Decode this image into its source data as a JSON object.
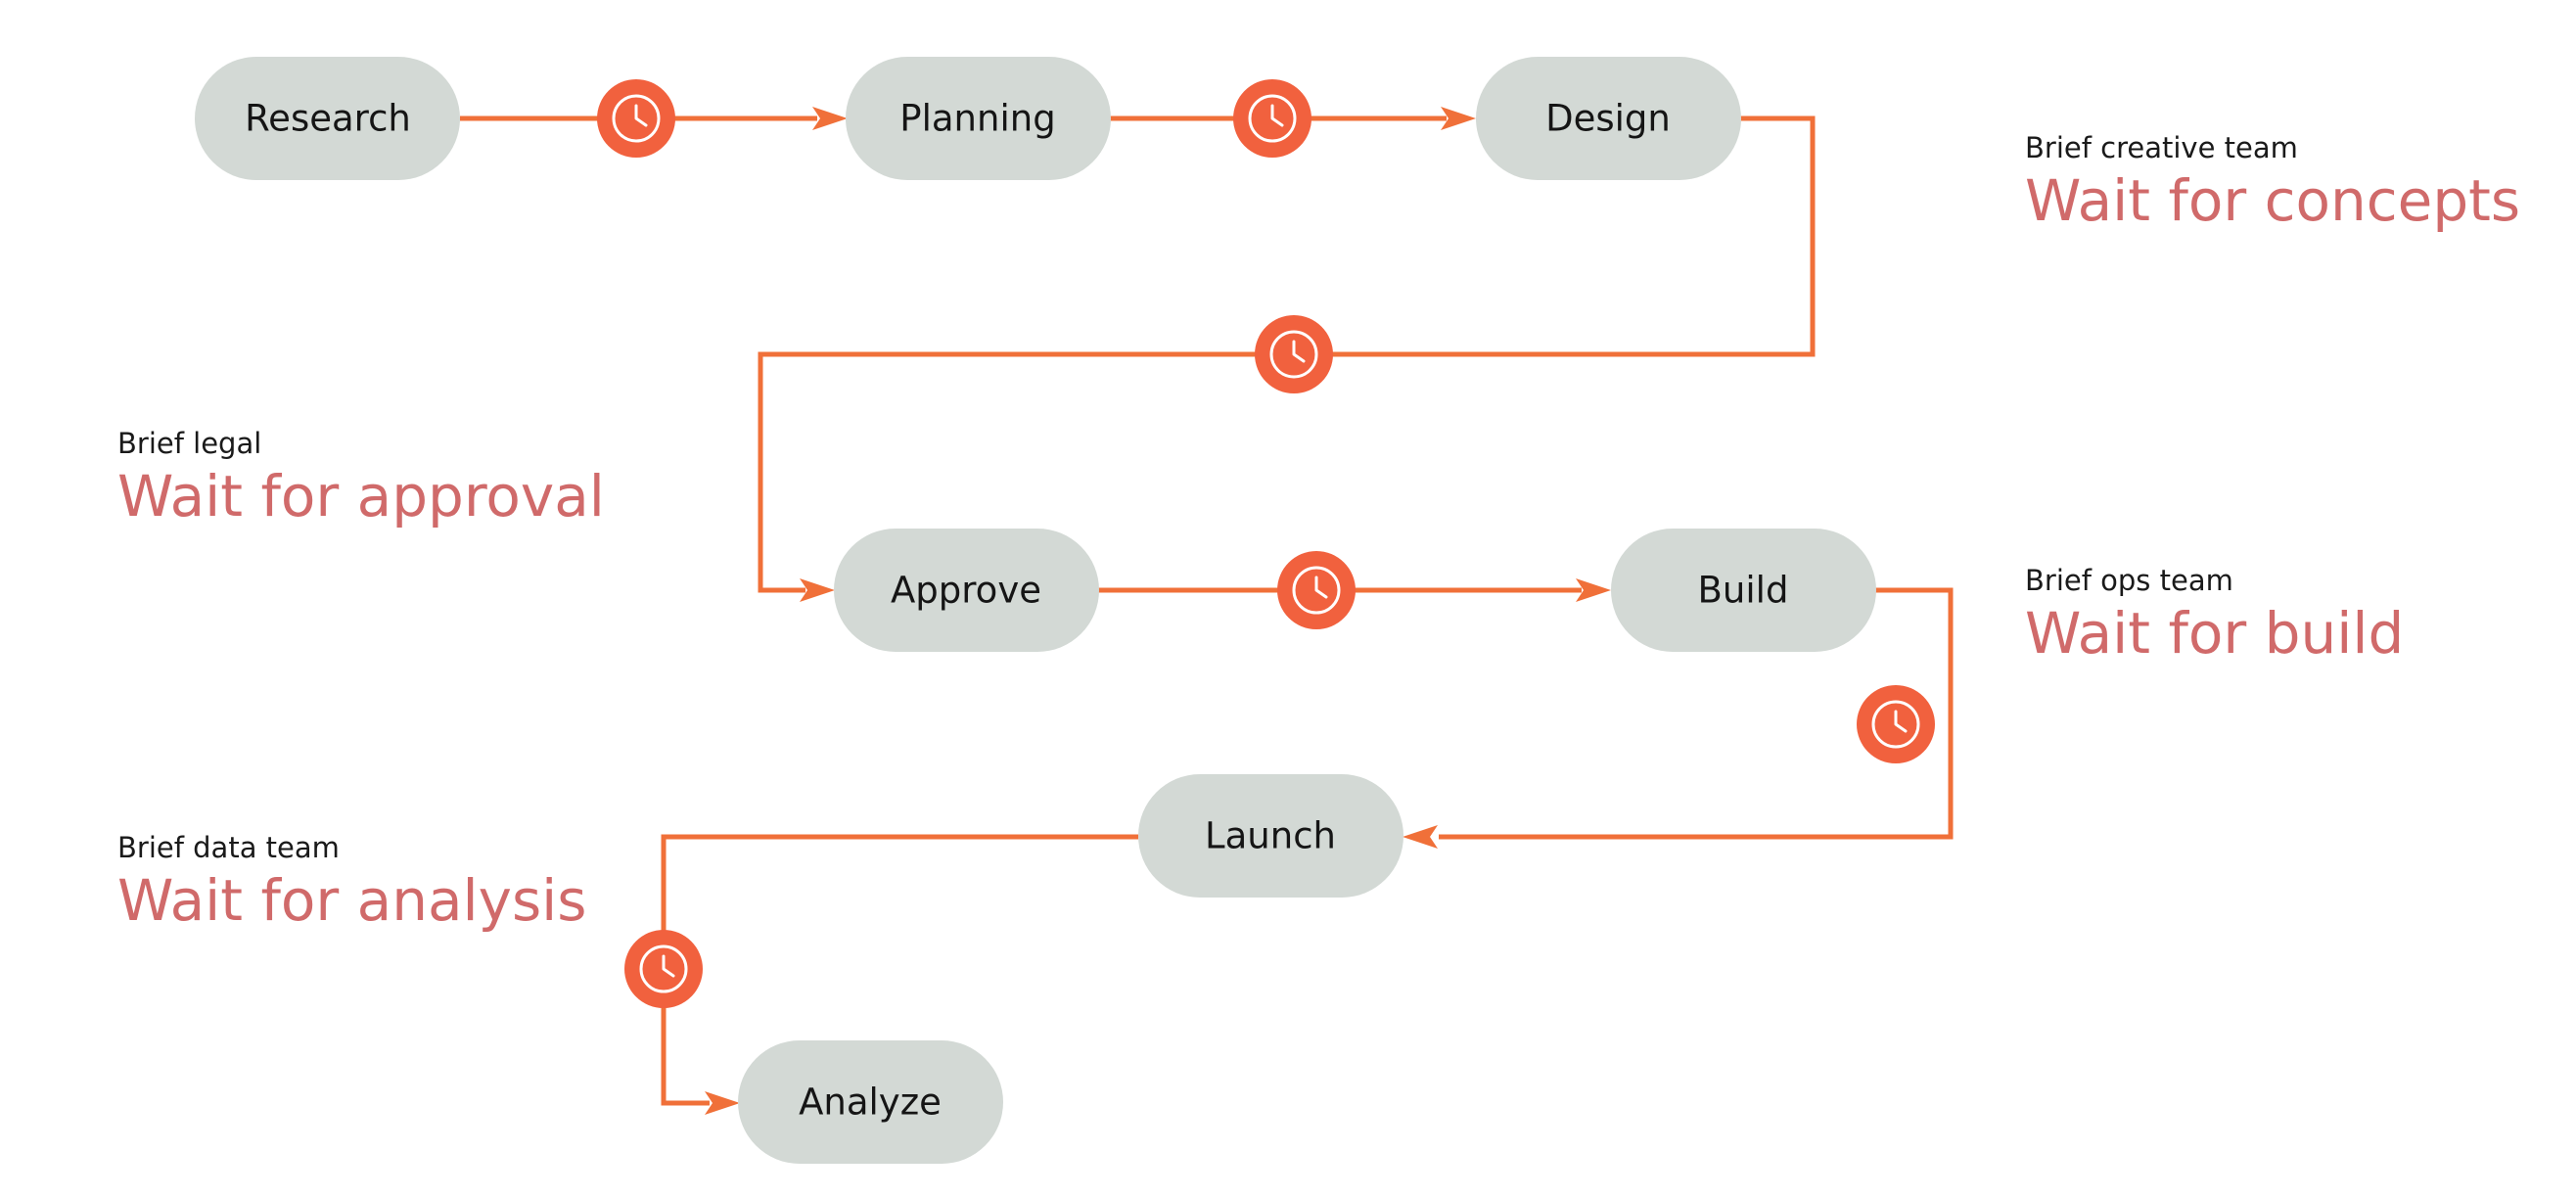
{
  "diagram": {
    "nodes": {
      "research": "Research",
      "planning": "Planning",
      "design": "Design",
      "approve": "Approve",
      "build": "Build",
      "launch": "Launch",
      "analyze": "Analyze"
    },
    "notes": {
      "creative": {
        "brief": "Brief creative team",
        "wait": "Wait for concepts"
      },
      "legal": {
        "brief": "Brief legal",
        "wait": "Wait for approval"
      },
      "ops": {
        "brief": "Brief ops team",
        "wait": "Wait for build"
      },
      "data": {
        "brief": "Brief data team",
        "wait": "Wait for analysis"
      }
    },
    "wait_icon": "clock-icon",
    "colors": {
      "connector": "#f07039",
      "wait_marker": "#f1613e",
      "node_fill": "#d3d9d5",
      "wait_text": "#d06a6a",
      "node_text": "#151515"
    }
  }
}
